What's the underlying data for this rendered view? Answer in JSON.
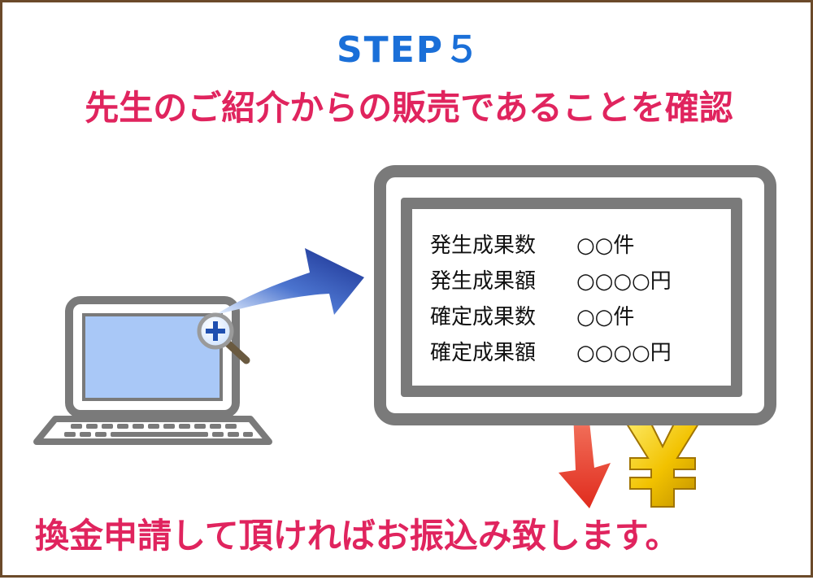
{
  "step_title": "STEP５",
  "headline": "先生のご紹介からの販売であることを確認",
  "results": [
    {
      "label": "発生成果数",
      "value": "○○件"
    },
    {
      "label": "発生成果額",
      "value": "○○○○円"
    },
    {
      "label": "確定成果数",
      "value": "○○件"
    },
    {
      "label": "確定成果額",
      "value": "○○○○円"
    }
  ],
  "footer": "換金申請して頂ければお振込み致します。",
  "yen_symbol": "¥",
  "icons": {
    "laptop": "laptop-icon",
    "magnifier": "magnifier-plus-icon",
    "arrow_to_report": "curved-arrow-icon",
    "arrow_down": "down-arrow-icon",
    "yen": "yen-icon"
  },
  "colors": {
    "step": "#1a6fd8",
    "headline": "#e0245e",
    "frame_border": "#6b4a2a",
    "device_gray": "#7a7a7a",
    "laptop_screen": "#a9c8f7",
    "arrow_blue": "#1f3a9c",
    "arrow_red": "#e53224",
    "yen_gold": "#f2c200"
  }
}
